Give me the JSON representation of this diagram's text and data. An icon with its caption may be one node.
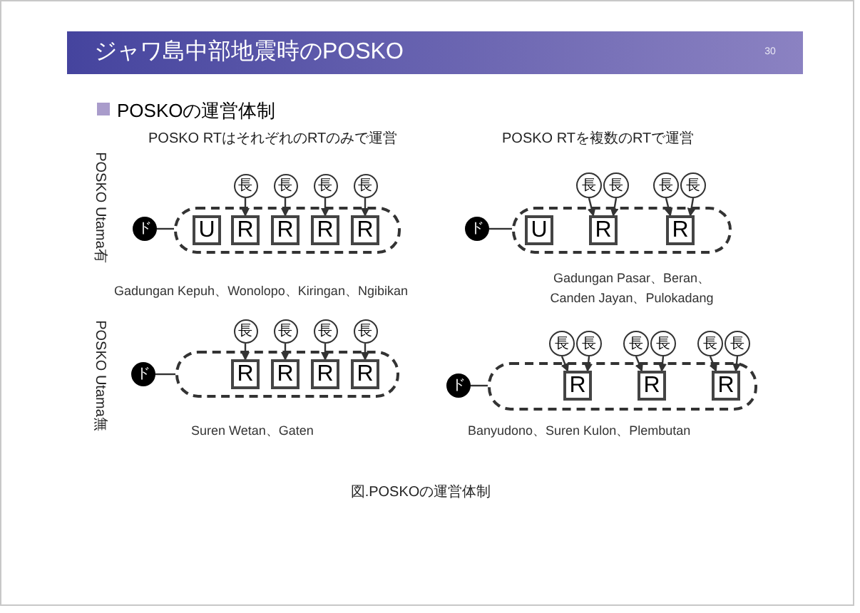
{
  "diagram": {
    "title": "ジャワ島中部地震時のPOSKO",
    "caption": "図.POSKOの運営体制",
    "nodes": [
      {
        "text": [
          "ド"
        ]
      },
      {
        "text": [],
        "shape": "box"
      },
      {
        "text": [
          "U"
        ],
        "in": 1
      },
      {
        "text": [
          "R"
        ],
        "in": 1
      },
      {
        "text": [
          "R"
        ],
        "in": 1
      },
      {
        "text": [
          "R"
        ],
        "in": 1
      },
      {
        "text": [
          "R"
        ],
        "in": 1
      },
      {
        "text": [
          "長"
        ]
      },
      {
        "text": [
          "長"
        ]
      },
      {
        "text": [
          "長"
        ]
      },
      {
        "text": [
          "長"
        ]
      },
      {
        "text": [
          "ド"
        ]
      },
      {
        "text": [],
        "shape": "box"
      },
      {
        "text": [
          "U"
        ],
        "in": 12
      },
      {
        "text": [
          "R"
        ],
        "in": 12
      },
      {
        "text": [
          "R"
        ],
        "in": 12
      },
      {
        "text": [
          "長"
        ]
      },
      {
        "text": [
          "長"
        ]
      },
      {
        "text": [
          "長"
        ]
      },
      {
        "text": [
          "長"
        ]
      },
      {
        "text": [
          "ド"
        ]
      },
      {
        "text": [],
        "shape": "box"
      },
      {
        "text": [
          "R"
        ],
        "in": 21
      },
      {
        "text": [
          "R"
        ],
        "in": 21
      },
      {
        "text": [
          "R"
        ],
        "in": 21
      },
      {
        "text": [
          "R"
        ],
        "in": 21
      },
      {
        "text": [
          "長"
        ]
      },
      {
        "text": [
          "長"
        ]
      },
      {
        "text": [
          "長"
        ]
      },
      {
        "text": [
          "長"
        ]
      },
      {
        "text": [
          "ド"
        ]
      },
      {
        "text": [],
        "shape": "box"
      },
      {
        "text": [
          "R"
        ],
        "in": 31
      },
      {
        "text": [
          "R"
        ],
        "in": 31
      },
      {
        "text": [
          "R"
        ],
        "in": 31
      },
      {
        "text": [
          "長"
        ]
      },
      {
        "text": [
          "長"
        ]
      },
      {
        "text": [
          "長"
        ]
      },
      {
        "text": [
          "長"
        ]
      },
      {
        "text": [
          "長"
        ]
      },
      {
        "text": [
          "長"
        ]
      }
    ],
    "edges": [
      {
        "from": 0,
        "to": 1,
        "arrow": "none"
      },
      {
        "from": 7,
        "to": 3,
        "arrow": "to"
      },
      {
        "from": 8,
        "to": 4,
        "arrow": "to"
      },
      {
        "from": 9,
        "to": 5,
        "arrow": "to"
      },
      {
        "from": 10,
        "to": 6,
        "arrow": "to"
      },
      {
        "from": 11,
        "to": 12,
        "arrow": "none"
      },
      {
        "from": 16,
        "to": 14,
        "arrow": "to"
      },
      {
        "from": 17,
        "to": 14,
        "arrow": "to"
      },
      {
        "from": 18,
        "to": 15,
        "arrow": "to"
      },
      {
        "from": 19,
        "to": 15,
        "arrow": "to"
      },
      {
        "from": 20,
        "to": 21,
        "arrow": "none"
      },
      {
        "from": 26,
        "to": 22,
        "arrow": "to"
      },
      {
        "from": 27,
        "to": 23,
        "arrow": "to"
      },
      {
        "from": 28,
        "to": 24,
        "arrow": "to"
      },
      {
        "from": 29,
        "to": 25,
        "arrow": "to"
      },
      {
        "from": 30,
        "to": 31,
        "arrow": "none"
      },
      {
        "from": 35,
        "to": 32,
        "arrow": "to"
      },
      {
        "from": 36,
        "to": 32,
        "arrow": "to"
      },
      {
        "from": 37,
        "to": 33,
        "arrow": "to"
      },
      {
        "from": 38,
        "to": 33,
        "arrow": "to"
      },
      {
        "from": 39,
        "to": 34,
        "arrow": "to"
      },
      {
        "from": 40,
        "to": 34,
        "arrow": "to"
      }
    ],
    "labels": [
      "30",
      "POSKOの運営体制",
      "POSKO RTはそれぞれのRTのみで運営",
      "POSKO RTを複数のRTで運営",
      "POSKO Utama有",
      "Gadungan Kepuh、Wonolopo、Kiringan、Ngibikan",
      "Gadungan Pasar、Beran、Canden Jayan、Pulokadang",
      "POSKO Utama無",
      "Suren Wetan、Gaten",
      "Banyudono、Suren Kulon、Plembutan"
    ]
  }
}
